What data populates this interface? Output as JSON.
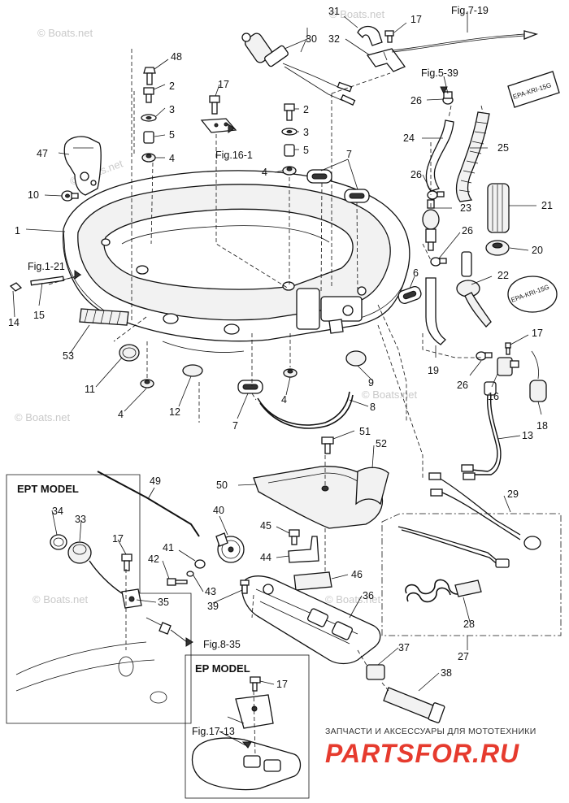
{
  "watermark": "© Boats.net",
  "boxes": {
    "ept_title": "EPT MODEL",
    "ep_title": "EP MODEL"
  },
  "tags": {
    "tag_a": "EPA-KRI-15G",
    "tag_b": "EPA-KRI-15G"
  },
  "references": {
    "fig_7_19": "Fig.7-19",
    "fig_5_39": "Fig.5-39",
    "fig_16_1": "Fig.16-1",
    "fig_1_21": "Fig.1-21",
    "fig_8_35": "Fig.8-35",
    "fig_17_13": "Fig.17-13"
  },
  "callouts": {
    "c1": "1",
    "c2a": "2",
    "c2b": "2",
    "c3a": "3",
    "c3b": "3",
    "c4a": "4",
    "c4b": "4",
    "c4c": "4",
    "c4d": "4",
    "c5a": "5",
    "c5b": "5",
    "c6": "6",
    "c7a": "7",
    "c7b": "7",
    "c8": "8",
    "c9": "9",
    "c10": "10",
    "c11": "11",
    "c12": "12",
    "c13": "13",
    "c14": "14",
    "c15": "15",
    "c16": "16",
    "c17a": "17",
    "c17b": "17",
    "c17c": "17",
    "c17d": "17",
    "c17e": "17",
    "c18": "18",
    "c19": "19",
    "c20": "20",
    "c21": "21",
    "c22": "22",
    "c23": "23",
    "c24": "24",
    "c25": "25",
    "c26a": "26",
    "c26b": "26",
    "c26c": "26",
    "c26d": "26",
    "c27": "27",
    "c28": "28",
    "c29": "29",
    "c30": "30",
    "c31": "31",
    "c32": "32",
    "c33": "33",
    "c34": "34",
    "c35": "35",
    "c36": "36",
    "c37": "37",
    "c38": "38",
    "c39": "39",
    "c40": "40",
    "c41": "41",
    "c42": "42",
    "c43": "43",
    "c44": "44",
    "c45": "45",
    "c46": "46",
    "c47": "47",
    "c48": "48",
    "c49": "49",
    "c50": "50",
    "c51": "51",
    "c52": "52",
    "c53": "53"
  },
  "brand": {
    "tagline": "ЗАПЧАСТИ И АКСЕССУАРЫ ДЛЯ МОТОТЕХНИКИ",
    "site": "PARTSFOR.RU"
  }
}
